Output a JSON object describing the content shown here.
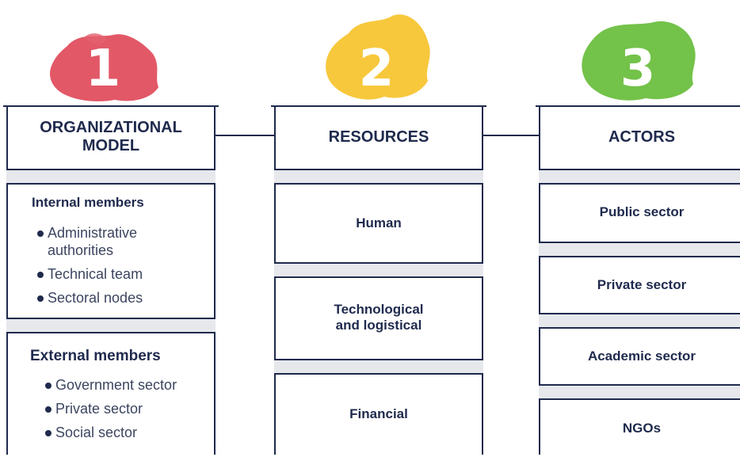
{
  "colors": {
    "ink": "#1f2a4d",
    "band": "#e6e8ec",
    "red": "#e04a5a",
    "yellow": "#f7c531",
    "green": "#6cbf3f"
  },
  "columns": [
    {
      "number": "1",
      "title": "ORGANIZATIONAL MODEL",
      "internal": {
        "heading": "Internal members",
        "items": [
          "Administrative authorities",
          "Technical team",
          "Sectoral nodes"
        ]
      },
      "external": {
        "heading": "External members",
        "items": [
          "Government sector",
          "Private sector",
          "Social sector"
        ]
      }
    },
    {
      "number": "2",
      "title": "RESOURCES",
      "items": [
        "Human",
        "Technological and logistical",
        "Financial"
      ]
    },
    {
      "number": "3",
      "title": "ACTORS",
      "items": [
        "Public sector",
        "Private sector",
        "Academic sector",
        "NGOs"
      ]
    }
  ]
}
